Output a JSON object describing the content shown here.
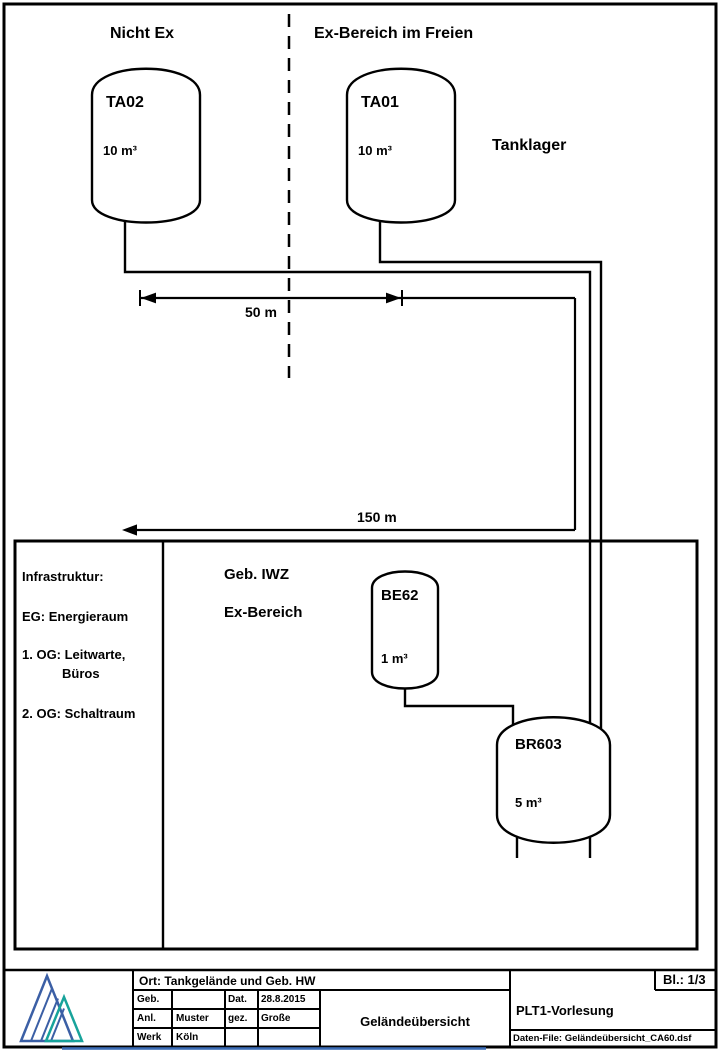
{
  "zones": {
    "nicht_ex": "Nicht Ex",
    "ex_freien": "Ex-Bereich im Freien",
    "tanklager": "Tanklager"
  },
  "tanks": {
    "ta02_id": "TA02",
    "ta02_vol": "10 m³",
    "ta01_id": "TA01",
    "ta01_vol": "10 m³",
    "be62_id": "BE62",
    "be62_vol": "1 m³",
    "br603_id": "BR603",
    "br603_vol": "5 m³"
  },
  "dims": {
    "d50": "50 m",
    "d150": "150 m"
  },
  "building": {
    "name": "Geb. IWZ",
    "zone": "Ex-Bereich",
    "infra_title": "Infrastruktur:",
    "infra_eg": "EG: Energieraum",
    "infra_og1": "1. OG: Leitwarte,",
    "infra_og1b": "Büros",
    "infra_og2": "2. OG: Schaltraum"
  },
  "title_block": {
    "ort": "Ort: Tankgelände und Geb. HW",
    "sheet": "Bl.: 1/3",
    "geb": "Geb.",
    "anl": "Anl.",
    "werk": "Werk",
    "anl_value": "Muster",
    "werk_value": "Köln",
    "dat": "Dat.",
    "dat_value": "28.8.2015",
    "gez": "gez.",
    "gez_value": "Große",
    "title": "Geländeübersicht",
    "project": "PLT1-Vorlesung",
    "data_file": "Daten-File: Geländeübersicht_CA60.dsf"
  },
  "colors": {
    "logo_blue": "#3b5fa5",
    "logo_teal": "#18a39b",
    "footer_line": "#3b6cb5"
  }
}
